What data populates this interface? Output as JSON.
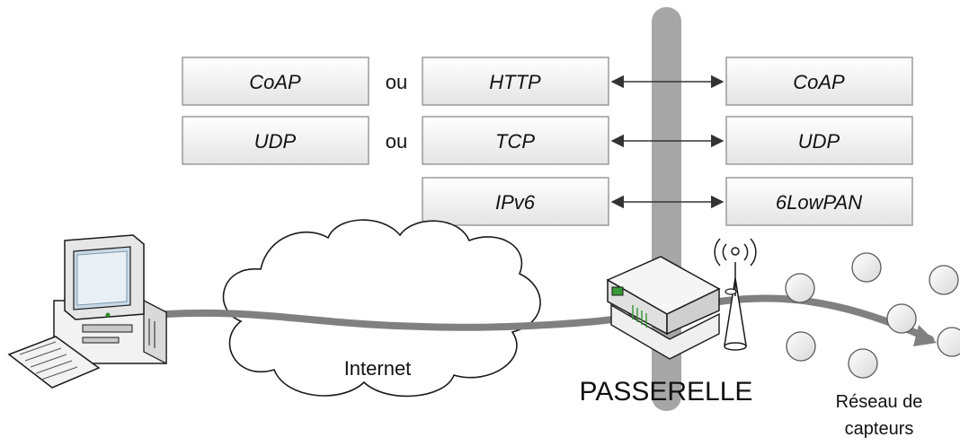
{
  "stack": {
    "left": [
      "CoAP",
      "UDP"
    ],
    "connectors": [
      "ou",
      "ou"
    ],
    "middle": [
      "HTTP",
      "TCP",
      "IPv6"
    ],
    "right": [
      "CoAP",
      "UDP",
      "6LowPAN"
    ]
  },
  "labels": {
    "internet": "Internet",
    "gateway": "PASSERELLE",
    "sensor_line1": "Réseau de",
    "sensor_line2": "capteurs"
  },
  "colors": {
    "box_fill_top": "#ffffff",
    "box_fill_bottom": "#e6e6e6",
    "box_stroke": "#9a9a9a",
    "gateway_bar": "#a6a6a6",
    "link_line": "#7f7f7f",
    "arrow": "#333333"
  },
  "icons": {
    "computer": "desktop-computer-icon",
    "cloud": "internet-cloud-icon",
    "gateway": "router-icon",
    "antenna": "wireless-antenna-icon",
    "sensor": "sensor-node-icon"
  }
}
